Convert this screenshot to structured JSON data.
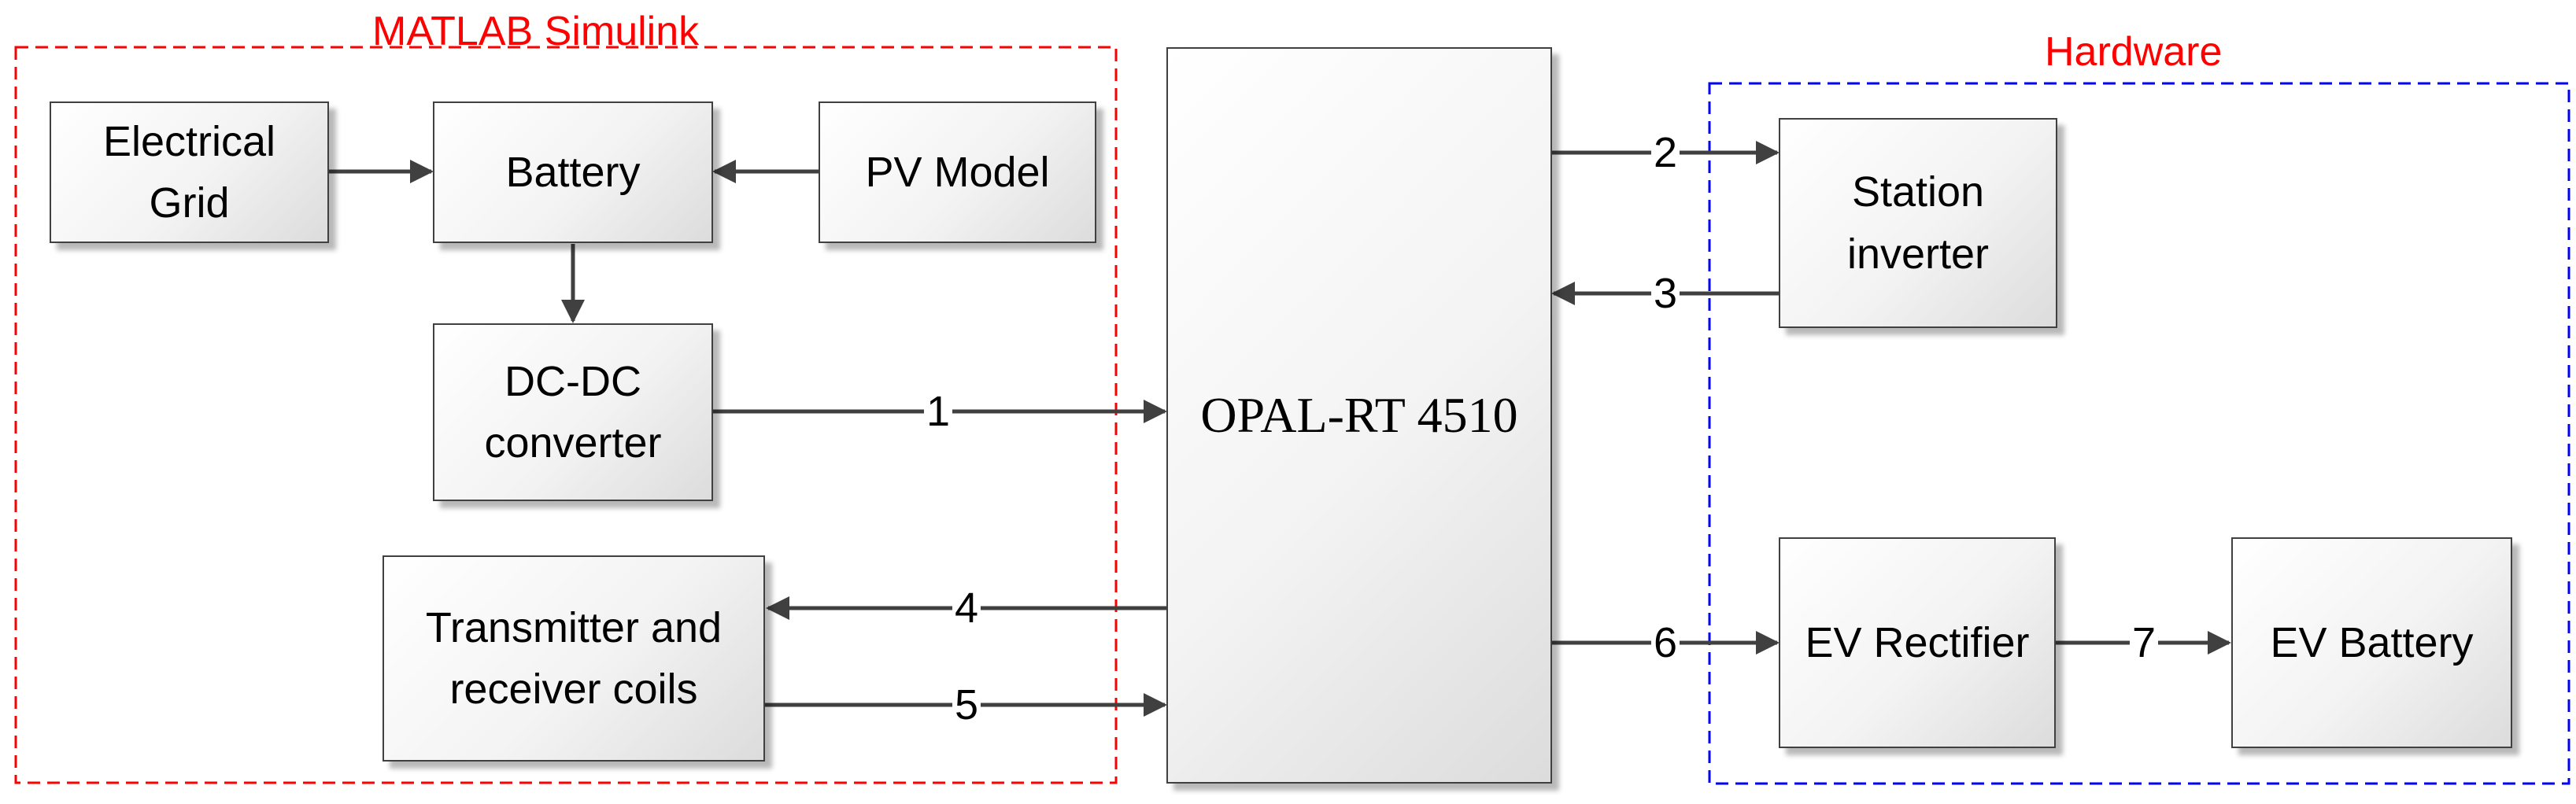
{
  "groups": {
    "simulink": {
      "label": "MATLAB Simulink",
      "color": "#ff0000"
    },
    "hardware": {
      "label": "Hardware",
      "color": "#0000ff"
    }
  },
  "blocks": {
    "electrical_grid": "Electrical\nGrid",
    "battery": "Battery",
    "pv_model": "PV Model",
    "dc_dc_converter": "DC-DC\nconverter",
    "coils": "Transmitter and\nreceiver coils",
    "opal_rt": "OPAL-RT 4510",
    "station_inverter": "Station\ninverter",
    "ev_rectifier": "EV Rectifier",
    "ev_battery": "EV Battery"
  },
  "connections": [
    {
      "label": "1",
      "from": "DC-DC converter",
      "to": "OPAL-RT 4510"
    },
    {
      "label": "2",
      "from": "OPAL-RT 4510",
      "to": "Station inverter"
    },
    {
      "label": "3",
      "from": "Station inverter",
      "to": "OPAL-RT 4510"
    },
    {
      "label": "4",
      "from": "OPAL-RT 4510",
      "to": "Transmitter and receiver coils"
    },
    {
      "label": "5",
      "from": "Transmitter and receiver coils",
      "to": "OPAL-RT 4510"
    },
    {
      "label": "6",
      "from": "OPAL-RT 4510",
      "to": "EV Rectifier"
    },
    {
      "label": "7",
      "from": "EV Rectifier",
      "to": "EV Battery"
    }
  ]
}
